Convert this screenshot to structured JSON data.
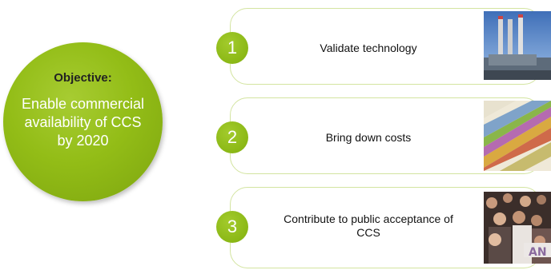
{
  "objective": {
    "title": "Objective:",
    "text": "Enable commercial availability of CCS by 2020"
  },
  "steps": [
    {
      "number": "1",
      "label": "Validate technology",
      "image": "power-plant-photo"
    },
    {
      "number": "2",
      "label": "Bring down costs",
      "image": "euro-banknotes-photo"
    },
    {
      "number": "3",
      "label": "Contribute to public acceptance of CCS",
      "image": "crowd-photo"
    }
  ],
  "colors": {
    "accent_green": "#93bd17",
    "card_border": "#d3e4a0"
  }
}
